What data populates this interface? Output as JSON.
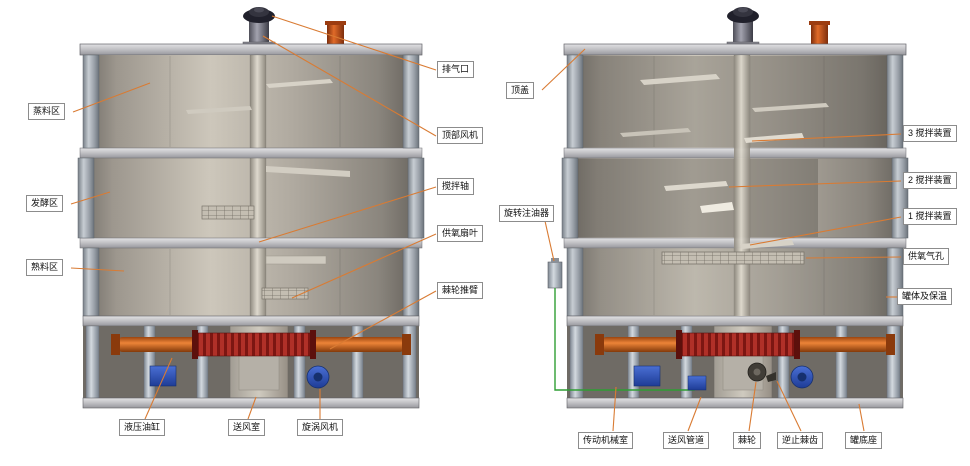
{
  "diagram": {
    "left_view": {
      "labels": {
        "steam_zone": "蒸料区",
        "ferment_zone": "发酵区",
        "cooked_zone": "熟料区",
        "exhaust_port": "排气口",
        "top_fan": "顶部风机",
        "stirring_shaft": "搅拌轴",
        "oxygen_fan_blade": "供氧扇叶",
        "ratchet_push_arm": "棘轮推臂",
        "hydraulic_cylinder": "液压油缸",
        "air_supply_chamber": "送风室",
        "vortex_fan": "旋涡风机"
      }
    },
    "right_view": {
      "labels": {
        "top_cover": "顶盖",
        "rotary_oiler": "旋转注油器",
        "stir_device_3": "3 搅拌装置",
        "stir_device_2": "2 搅拌装置",
        "stir_device_1": "1 搅拌装置",
        "oxygen_holes": "供氧气孔",
        "tank_body_insulation": "罐体及保温",
        "transmission_room": "传动机械室",
        "air_duct": "送风管道",
        "ratchet": "棘轮",
        "check_pawl": "逆止棘齿",
        "tank_base": "罐底座"
      }
    },
    "colors": {
      "leader_line": "#d97b33",
      "oil_line_green": "#2f9e33",
      "label_border": "#8c8c8c",
      "pipe_orange": "#e06a28",
      "coupling_red": "#b03028",
      "motor_blue": "#2b4fae",
      "tank_gray": "#b0aaa0"
    }
  }
}
